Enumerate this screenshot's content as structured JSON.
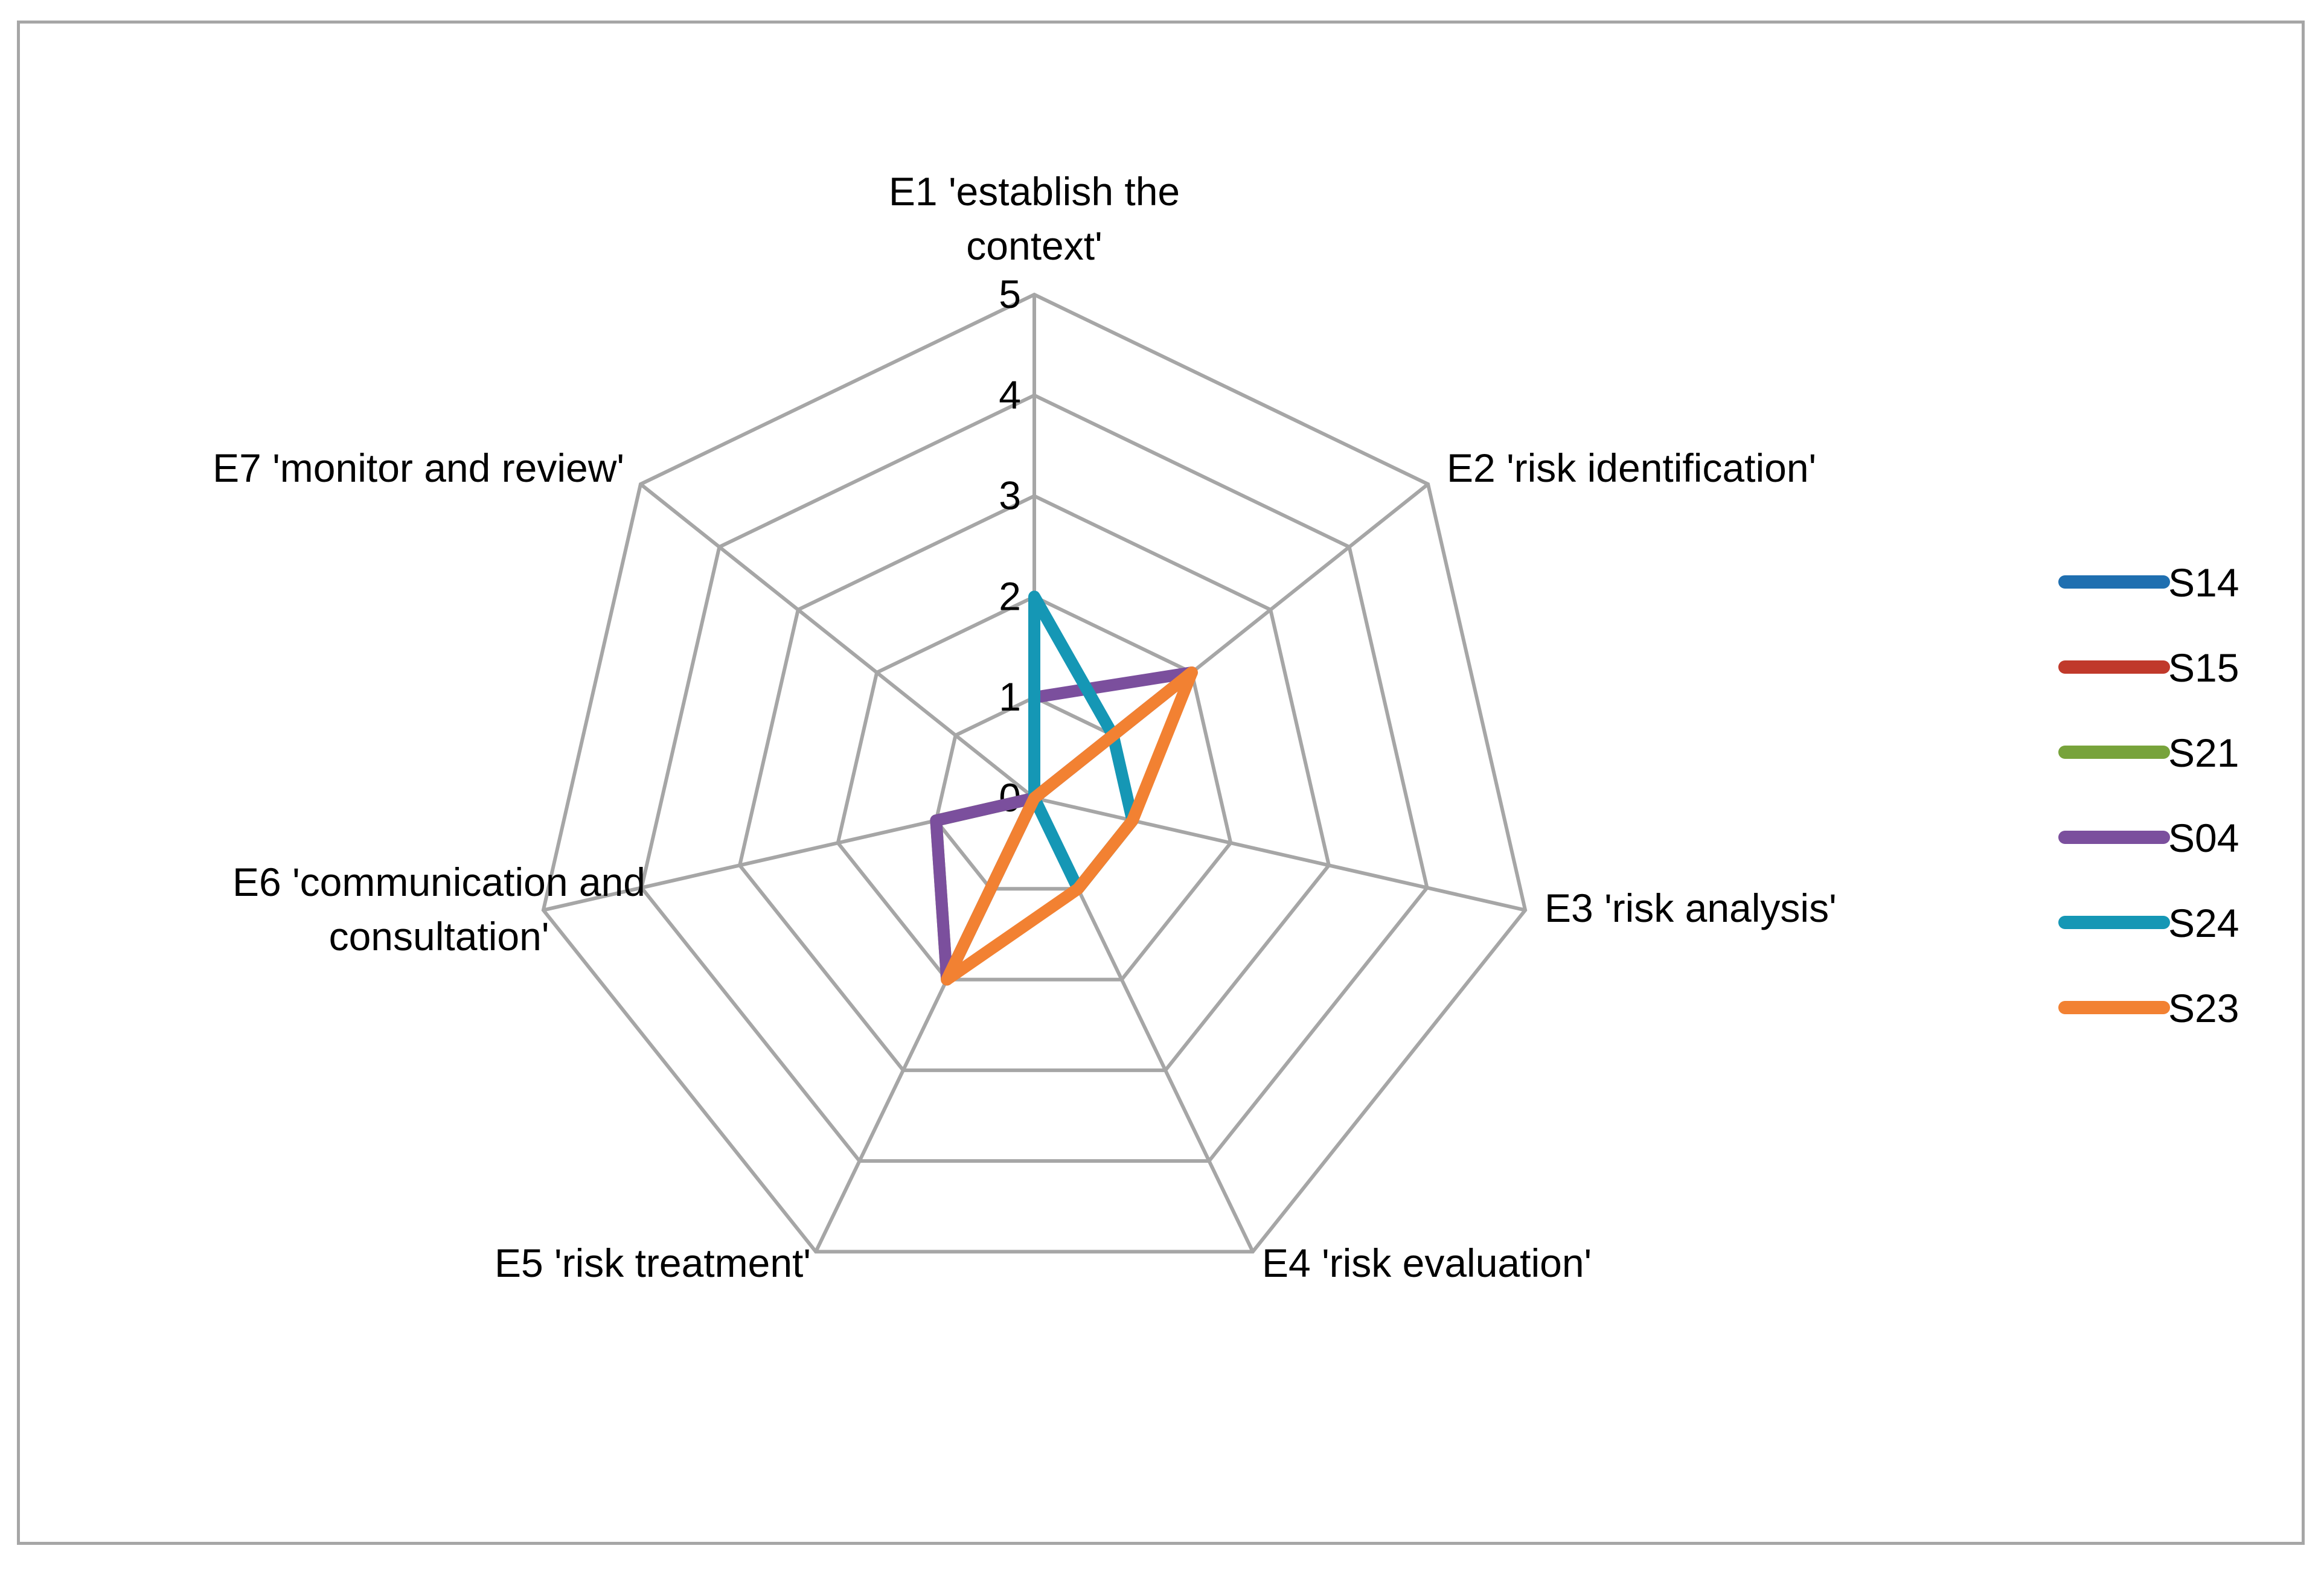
{
  "chart_data": {
    "type": "radar",
    "categories": [
      "E1 'establish the context'",
      "E2 'risk identification'",
      "E3 'risk analysis'",
      "E4 'risk evaluation'",
      "E5 'risk treatment'",
      "E6 'communication and consultation'",
      "E7 'monitor and review'"
    ],
    "category_lines": [
      [
        "E1 'establish the",
        "context'"
      ],
      [
        "E2 'risk identification'"
      ],
      [
        "E3 'risk analysis'"
      ],
      [
        "E4 'risk evaluation'"
      ],
      [
        "E5 'risk treatment'"
      ],
      [
        "E6 'communication and",
        "consultation'"
      ],
      [
        "E7 'monitor and review'"
      ]
    ],
    "rlim": [
      0,
      5
    ],
    "ticks": [
      0,
      1,
      2,
      3,
      4,
      5
    ],
    "grid": true,
    "legend_position": "right",
    "series": [
      {
        "name": "S14",
        "color": "#1f6fb0",
        "values": [
          0,
          0,
          0,
          0,
          0,
          0,
          0
        ]
      },
      {
        "name": "S15",
        "color": "#c0392b",
        "values": [
          0,
          0,
          0,
          0,
          0,
          0,
          0
        ]
      },
      {
        "name": "S21",
        "color": "#77a33b",
        "values": [
          0,
          0,
          0,
          0,
          2,
          1,
          0
        ]
      },
      {
        "name": "S04",
        "color": "#7b4f9d",
        "values": [
          1,
          2,
          0,
          0,
          2,
          1,
          0
        ]
      },
      {
        "name": "S24",
        "color": "#1597b5",
        "values": [
          2,
          1,
          1,
          1,
          0,
          0,
          0
        ]
      },
      {
        "name": "S23",
        "color": "#f28132",
        "values": [
          0,
          2,
          1,
          1,
          2,
          0,
          0
        ]
      }
    ]
  }
}
